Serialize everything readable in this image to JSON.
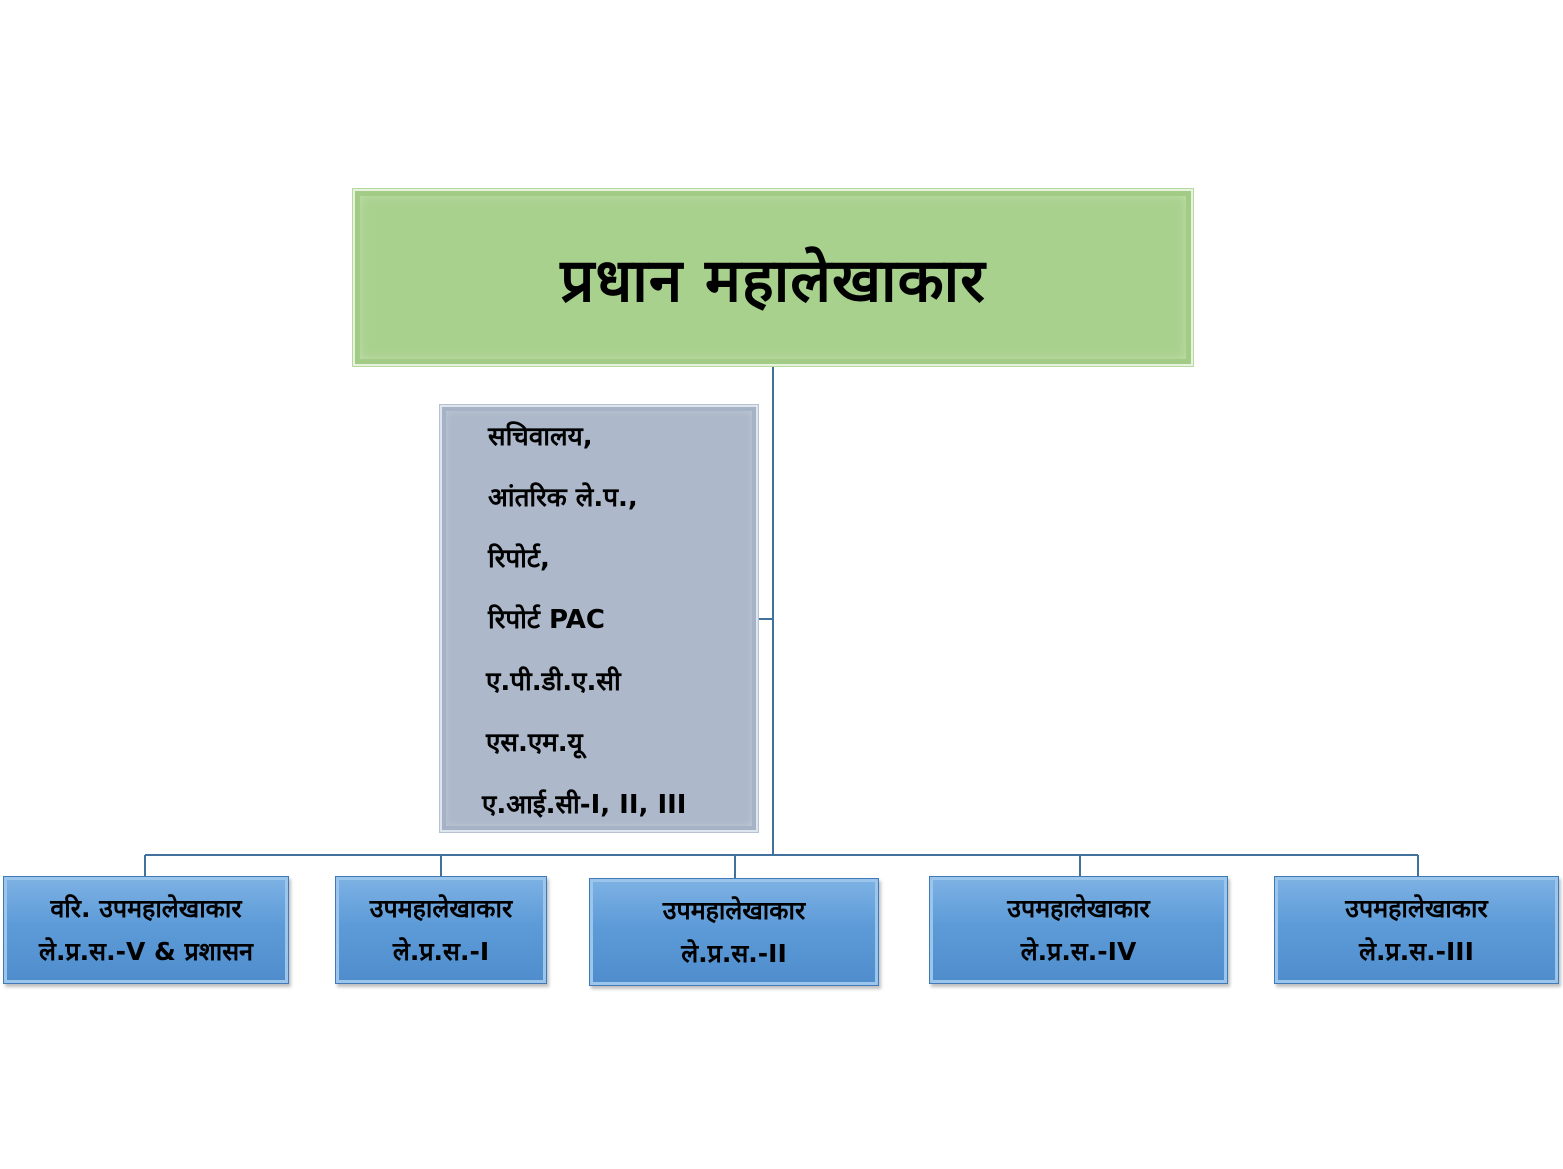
{
  "chart": {
    "head": {
      "title": "प्रधान महालेखाकार"
    },
    "staff_unit": {
      "items": [
        "सचिवालय,",
        "आंतरिक ले.प.,",
        "रिपोर्ट,",
        "रिपोर्ट PAC",
        "ए.पी.डी.ए.सी",
        "एस.एम.यू",
        "ए.आई.सी-I, II, III"
      ]
    },
    "subordinates": [
      {
        "line1": "वरि. उपमहालेखाकार",
        "line2": "ले.प्र.स.-V & प्रशासन"
      },
      {
        "line1": "उपमहालेखाकार",
        "line2": "ले.प्र.स.-I"
      },
      {
        "line1": "उपमहालेखाकार",
        "line2": "ले.प्र.स.-II"
      },
      {
        "line1": "उपमहालेखाकार",
        "line2": "ले.प्र.स.-IV"
      },
      {
        "line1": "उपमहालेखाकार",
        "line2": "ले.प्र.स.-III"
      }
    ]
  },
  "colors": {
    "head_fill": "#a9d18e",
    "staff_fill": "#adb9ca",
    "unit_fill": "#5b9bd5",
    "connector": "#41719c"
  }
}
